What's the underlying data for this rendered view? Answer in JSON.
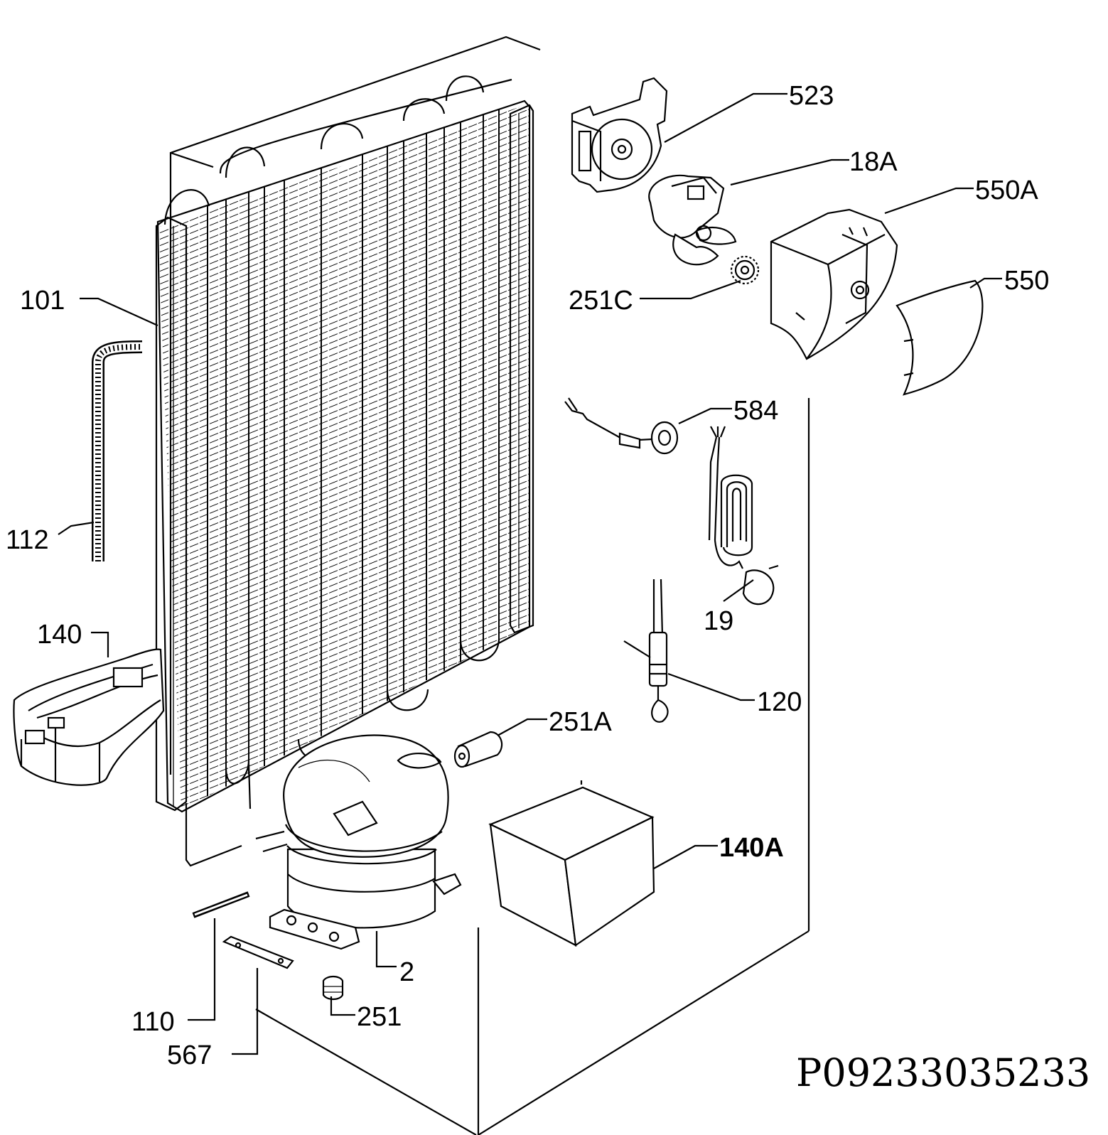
{
  "diagram": {
    "drawing_code": "P09233035233",
    "callouts": [
      {
        "id": "523",
        "text": "523"
      },
      {
        "id": "18A",
        "text": "18A"
      },
      {
        "id": "550A",
        "text": "550A"
      },
      {
        "id": "550",
        "text": "550"
      },
      {
        "id": "251C",
        "text": "251C"
      },
      {
        "id": "101",
        "text": "101"
      },
      {
        "id": "584",
        "text": "584"
      },
      {
        "id": "112",
        "text": "112"
      },
      {
        "id": "19",
        "text": "19"
      },
      {
        "id": "140",
        "text": "140"
      },
      {
        "id": "120",
        "text": "120"
      },
      {
        "id": "251A",
        "text": "251A"
      },
      {
        "id": "140A",
        "text": "140A"
      },
      {
        "id": "2",
        "text": "2"
      },
      {
        "id": "110",
        "text": "110"
      },
      {
        "id": "251",
        "text": "251"
      },
      {
        "id": "567",
        "text": "567"
      }
    ]
  }
}
